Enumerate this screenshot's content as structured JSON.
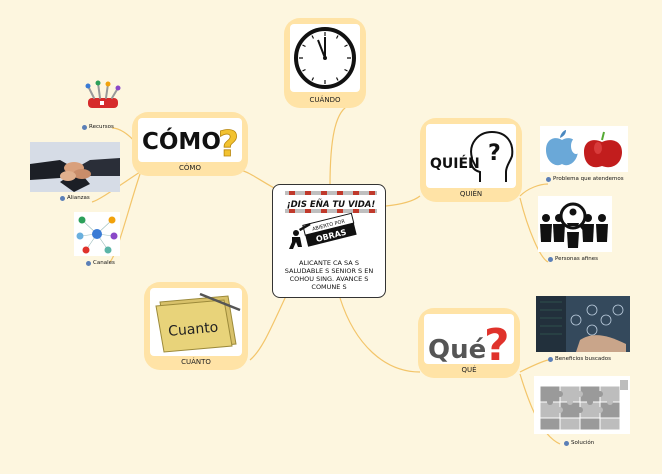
{
  "center": {
    "banner_top": "¡DIS EÑA TU VIDA!",
    "sign_small": "ABIERTO POR",
    "sign_big": "OBRAS",
    "text": "ALICANTE CA SA S SALUDABLE S SENIOR S EN COHOU SING. AVANCE S COMUNE S"
  },
  "nodes": {
    "cuando": {
      "label": "CUÁNDO"
    },
    "como": {
      "label": "CÓMO",
      "art": "CÓMO"
    },
    "quien": {
      "label": "QUIÉN",
      "art": "QUIÉN"
    },
    "cuanto": {
      "label": "CUÁNTO",
      "art": "Cuanto"
    },
    "que": {
      "label": "QUÉ",
      "art": "Qué"
    }
  },
  "leaves": {
    "recursos": "Recursos",
    "alianzas": "Alianzas",
    "canales": "Canales",
    "problema": "Problema que atendemos",
    "personas": "Personas afines",
    "beneficios": "Beneficios buscados",
    "solucion": "Solución"
  },
  "colors": {
    "background": "#fdf6df",
    "node_fill": "#ffe3a6",
    "link": "#f3c56a",
    "bullet": "#5b7fb7"
  }
}
